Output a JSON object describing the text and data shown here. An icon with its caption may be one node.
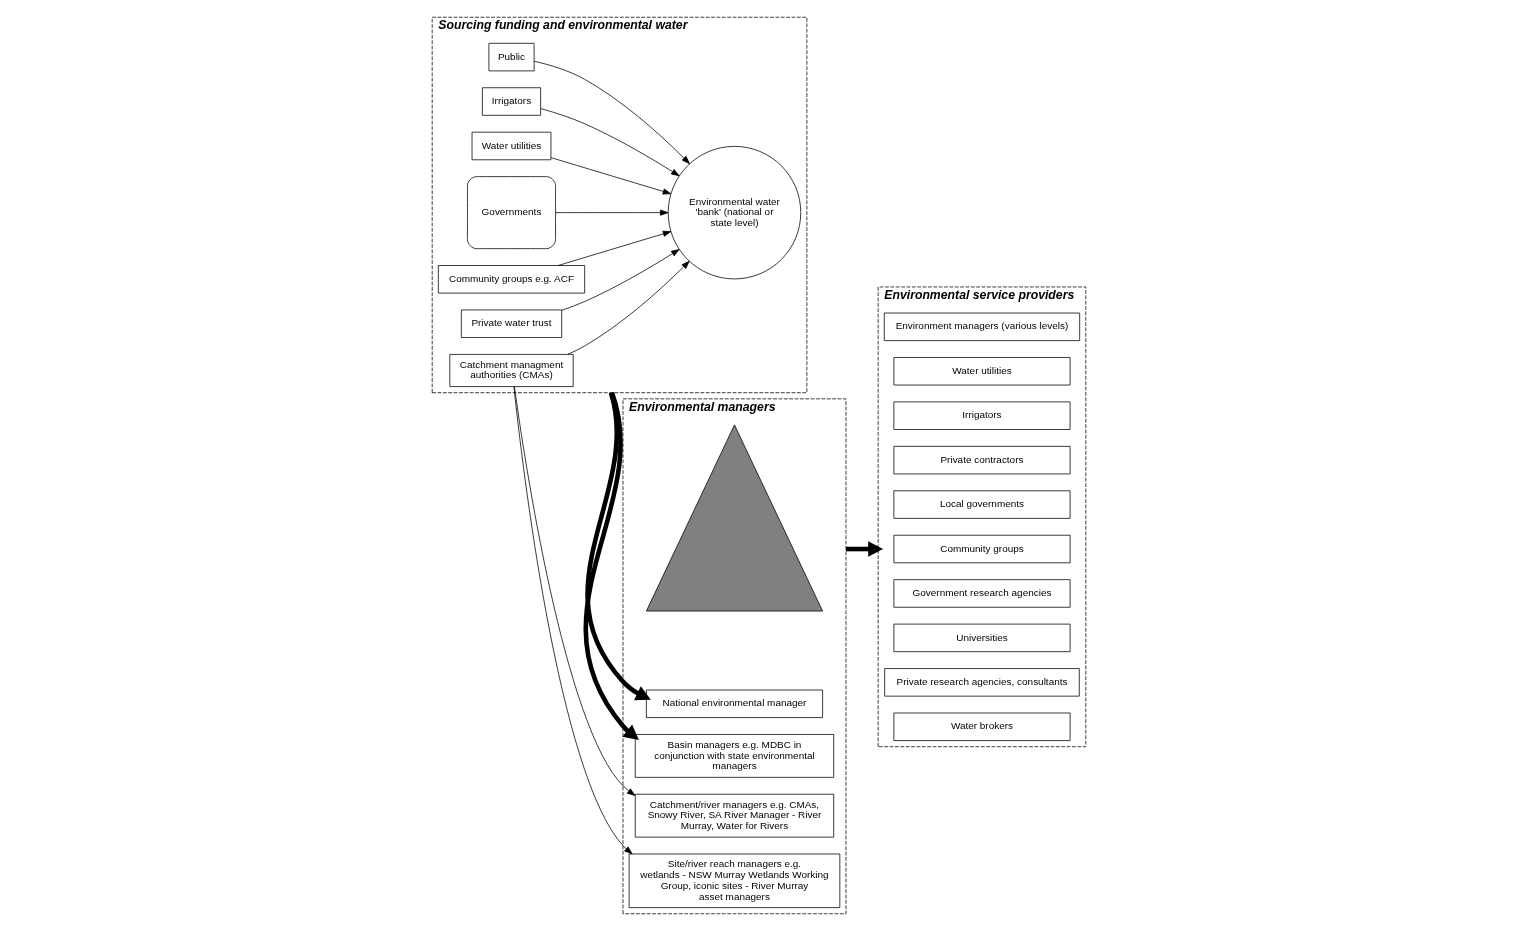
{
  "diagram": {
    "nodes": [
      {
        "text": [
          "Sourcing funding and environmental water"
        ]
      },
      {
        "text": [
          "Private water trust"
        ],
        "in": 0
      },
      {
        "text": [
          "Governments"
        ],
        "in": 0
      },
      {
        "text": [
          "Community groups e.g. ACF"
        ],
        "in": 0
      },
      {
        "text": [
          "Public"
        ],
        "in": 0
      },
      {
        "text": [
          "Environmental water 'bank' (national or state level)"
        ],
        "in": 0
      },
      {
        "text": [
          "Irrigators"
        ],
        "in": 0
      },
      {
        "text": [
          "Water utilities"
        ],
        "in": 0
      },
      {
        "text": [
          "Catchment managment authorities (CMAs)"
        ],
        "in": 0
      },
      {
        "text": [
          "Environmental managers"
        ]
      },
      {
        "text": [],
        "shape": "triangle",
        "in": 9
      },
      {
        "text": [
          "National environmental manager"
        ],
        "in": 9
      },
      {
        "text": [
          "Basin managers e.g. MDBC in conjunction with state environmental managers"
        ],
        "in": 9
      },
      {
        "text": [
          "Catchment/river managers e.g. CMAs, Snowy River, SA River Manager - River Murray, Water for Rivers"
        ],
        "in": 9
      },
      {
        "text": [
          "Site/river reach managers e.g. wetlands - NSW Murray Wetlands Working Group, iconic sites - River Murray asset managers"
        ],
        "in": 9
      },
      {
        "text": [
          "Environmental service providers"
        ]
      },
      {
        "text": [
          "Environment managers (various levels)"
        ],
        "in": 15
      },
      {
        "text": [
          "Water utilities"
        ],
        "in": 15
      },
      {
        "text": [
          "Irrigators"
        ],
        "in": 15
      },
      {
        "text": [
          "Private contractors"
        ],
        "in": 15
      },
      {
        "text": [
          "Local governments"
        ],
        "in": 15
      },
      {
        "text": [
          "Community groups"
        ],
        "in": 15
      },
      {
        "text": [
          "Government research agencies"
        ],
        "in": 15
      },
      {
        "text": [
          "Universities"
        ],
        "in": 15
      },
      {
        "text": [
          "Private research agencies, consultants"
        ],
        "in": 15
      },
      {
        "text": [
          "Water brokers"
        ],
        "in": 15
      }
    ],
    "edges": [
      {
        "from": 1,
        "to": 5,
        "arrow": "to"
      },
      {
        "from": 2,
        "to": 5,
        "arrow": "to"
      },
      {
        "from": 3,
        "to": 5,
        "arrow": "to"
      },
      {
        "from": 4,
        "to": 5,
        "arrow": "to"
      },
      {
        "from": 6,
        "to": 5,
        "arrow": "to"
      },
      {
        "from": 7,
        "to": 5,
        "arrow": "to"
      },
      {
        "from": 8,
        "to": 5,
        "arrow": "to"
      },
      {
        "from": 8,
        "to": 13,
        "arrow": "to"
      },
      {
        "from": 8,
        "to": 14,
        "arrow": "to"
      },
      {
        "from": 0,
        "to": 11,
        "arrow": "to",
        "style": "thick"
      },
      {
        "from": 0,
        "to": 12,
        "arrow": "to",
        "style": "thick"
      },
      {
        "from": 9,
        "to": 15,
        "arrow": "to",
        "style": "thick"
      }
    ]
  }
}
